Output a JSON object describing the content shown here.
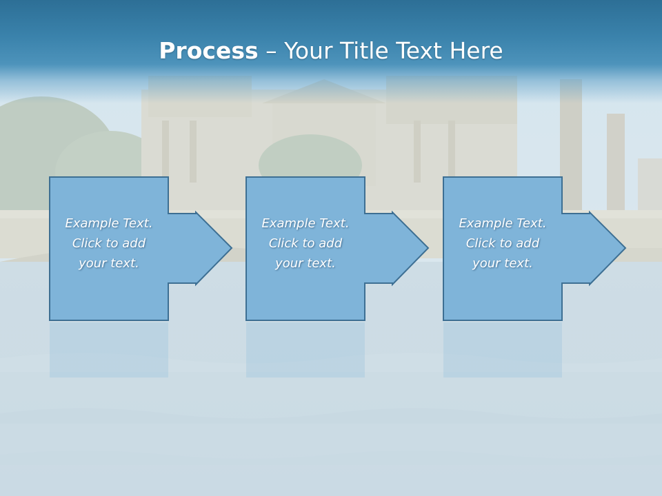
{
  "title": {
    "bold": "Process",
    "rest": " – Your Title Text Here"
  },
  "steps": [
    {
      "text": "Example Text.\nClick  to add\nyour text."
    },
    {
      "text": "Example Text.\nClick  to add\nyour text."
    },
    {
      "text": "Example Text.\nClick  to add\nyour text."
    }
  ],
  "colors": {
    "title_band": "#3a82ab",
    "shape_fill": "#7fb4d9",
    "shape_stroke": "#3d6f93",
    "text": "#ffffff"
  }
}
